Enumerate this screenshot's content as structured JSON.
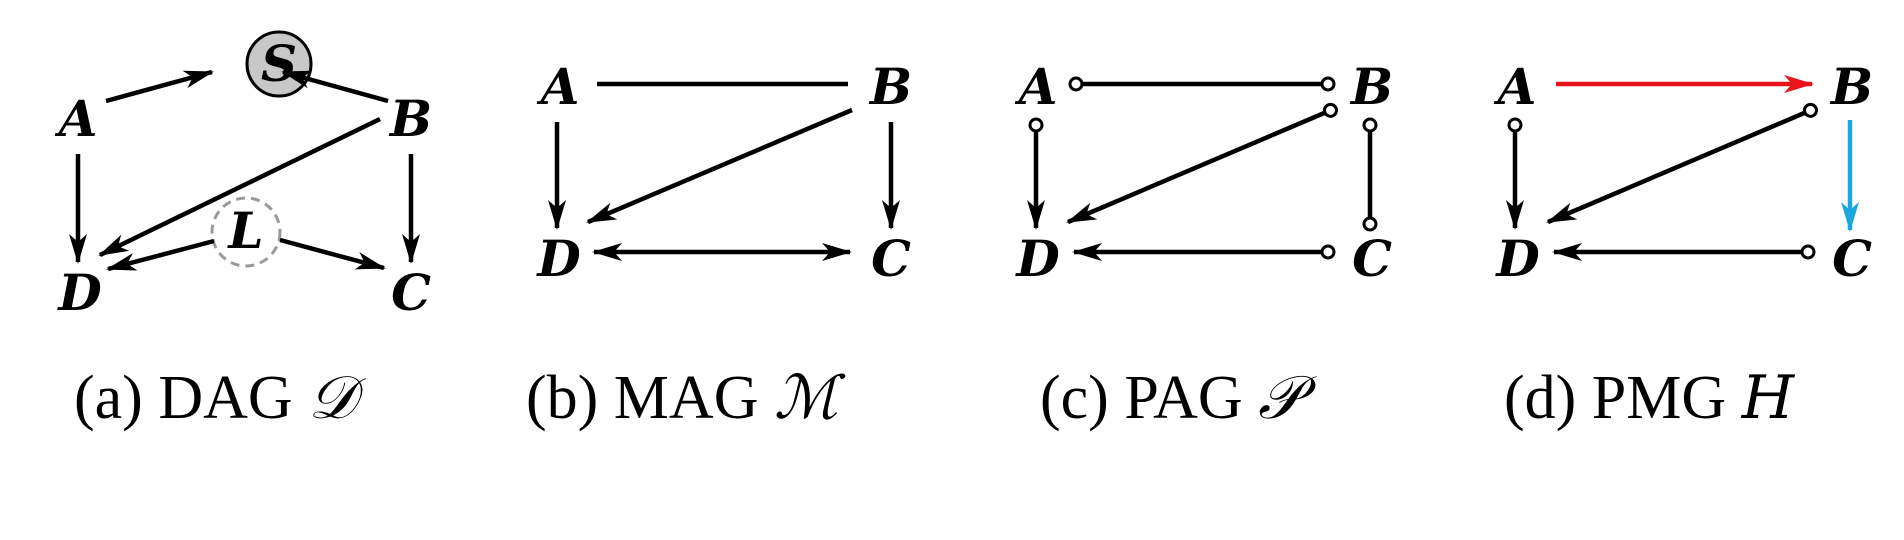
{
  "colors": {
    "default_edge": "#000000",
    "highlight_red": "#e8141c",
    "highlight_blue": "#1aa7df",
    "selection_fill": "#c8c8c8",
    "latent_stroke": "#9a9a9a"
  },
  "panels": [
    {
      "id": "a",
      "caption_prefix": "(a) ",
      "caption_name": "DAG ",
      "caption_symbol": "𝒟",
      "nodes": {
        "A": "A",
        "B": "B",
        "C": "C",
        "D": "D",
        "S": "S",
        "L": "L"
      }
    },
    {
      "id": "b",
      "caption_prefix": "(b) ",
      "caption_name": "MAG ",
      "caption_symbol": "ℳ",
      "nodes": {
        "A": "A",
        "B": "B",
        "C": "C",
        "D": "D"
      }
    },
    {
      "id": "c",
      "caption_prefix": "(c) ",
      "caption_name": "PAG ",
      "caption_symbol": "𝒫",
      "nodes": {
        "A": "A",
        "B": "B",
        "C": "C",
        "D": "D"
      }
    },
    {
      "id": "d",
      "caption_prefix": "(d) ",
      "caption_name": "PMG ",
      "caption_symbol": "H",
      "nodes": {
        "A": "A",
        "B": "B",
        "C": "C",
        "D": "D"
      }
    }
  ]
}
